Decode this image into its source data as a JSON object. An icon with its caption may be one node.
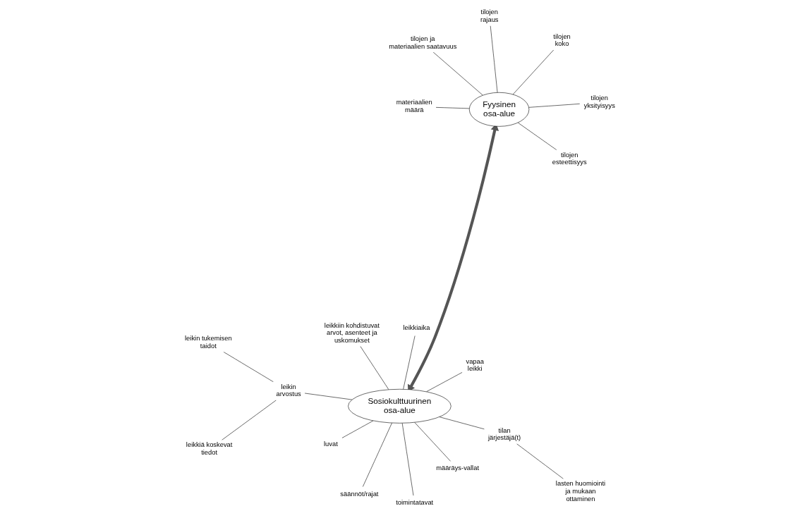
{
  "diagram": {
    "nodes": [
      {
        "text": [
          "Sosiokulttuurinen osa-alue"
        ]
      },
      {
        "text": [
          "Fyysinen osa-alue"
        ]
      },
      {
        "text": [
          "leikin arvostus"
        ]
      },
      {
        "text": [
          "leikkiä koskevat tiedot"
        ]
      },
      {
        "text": [
          "leikin tukemisen taidot"
        ]
      },
      {
        "text": [
          "leikkiaika"
        ]
      },
      {
        "text": [
          "luvat"
        ]
      },
      {
        "text": [
          "vapaa leikki"
        ]
      },
      {
        "text": [
          "säännöt/rajat"
        ]
      },
      {
        "text": [
          "määräys-vallat"
        ]
      },
      {
        "text": [
          "toimintatavat"
        ]
      },
      {
        "text": [
          "leikkiin kohdistuvat arvot, asenteet ja uskomukset"
        ]
      },
      {
        "text": [
          "tilan järjestäjä(t)"
        ]
      },
      {
        "text": [
          "lasten huomiointi ja mukaan ottaminen"
        ]
      },
      {
        "text": [
          "tilojen koko"
        ]
      },
      {
        "text": [
          "tilojen esteettisyys"
        ]
      },
      {
        "text": [
          "tilojen yksityisyys"
        ]
      },
      {
        "text": [
          "tilojen rajaus"
        ]
      },
      {
        "text": [
          "materiaalien määrä"
        ]
      },
      {
        "text": [
          "tilojen ja materiaalien saatavuus"
        ]
      }
    ],
    "edges": [
      {
        "from": 0,
        "to": 1,
        "arrow": "both",
        "style": "thick",
        "color": "#555555"
      },
      {
        "from": 0,
        "to": 2,
        "arrow": "none"
      },
      {
        "from": 2,
        "to": 3,
        "arrow": "none"
      },
      {
        "from": 2,
        "to": 4,
        "arrow": "none"
      },
      {
        "from": 0,
        "to": 5,
        "arrow": "none"
      },
      {
        "from": 0,
        "to": 6,
        "arrow": "none"
      },
      {
        "from": 0,
        "to": 7,
        "arrow": "none"
      },
      {
        "from": 0,
        "to": 8,
        "arrow": "none"
      },
      {
        "from": 0,
        "to": 9,
        "arrow": "none"
      },
      {
        "from": 0,
        "to": 10,
        "arrow": "none"
      },
      {
        "from": 0,
        "to": 11,
        "arrow": "none"
      },
      {
        "from": 0,
        "to": 12,
        "arrow": "none"
      },
      {
        "from": 12,
        "to": 13,
        "arrow": "none"
      },
      {
        "from": 1,
        "to": 14,
        "arrow": "none"
      },
      {
        "from": 1,
        "to": 15,
        "arrow": "none"
      },
      {
        "from": 1,
        "to": 16,
        "arrow": "none"
      },
      {
        "from": 1,
        "to": 17,
        "arrow": "none"
      },
      {
        "from": 1,
        "to": 18,
        "arrow": "none"
      },
      {
        "from": 1,
        "to": 19,
        "arrow": "none"
      }
    ]
  }
}
